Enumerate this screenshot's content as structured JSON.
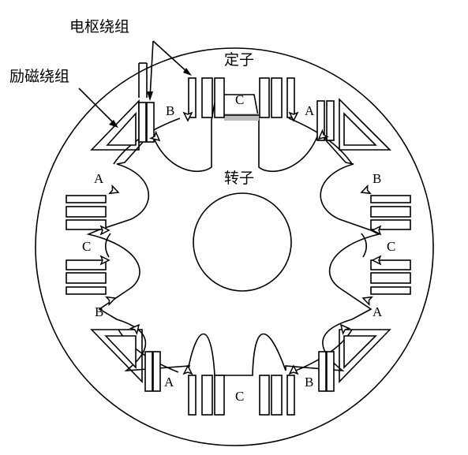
{
  "labels": {
    "armature_winding": "电枢绕组",
    "field_winding": "励磁绕组",
    "stator": "定子",
    "rotor": "转子"
  },
  "phases": {
    "top_left": "B",
    "top_center": "C",
    "top_right": "A",
    "upper_left": "A",
    "upper_right": "B",
    "mid_left": "C",
    "mid_right": "C",
    "lower_left": "B",
    "lower_right": "A",
    "bottom_left": "A",
    "bottom_center": "C",
    "bottom_right": "B"
  },
  "colors": {
    "stroke": "#000000",
    "background": "#ffffff",
    "highlight": "#bdbdbd"
  }
}
